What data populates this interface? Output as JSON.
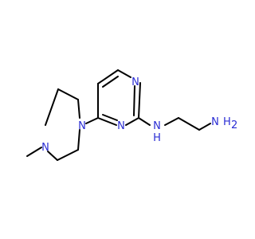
{
  "colors": {
    "background": "#ffffff",
    "bond": "#000000",
    "nitrogen": "#2a2dd4"
  },
  "atoms": {
    "n_pyrimidine_1": "N",
    "n_pyrimidine_3": "N",
    "n_piperazine_1": "N",
    "n_piperazine_4": "N",
    "nh_linker": "N",
    "nh_linker_h": "H",
    "nh2_n": "N",
    "nh2_h": "H",
    "nh2_sub": "2"
  }
}
